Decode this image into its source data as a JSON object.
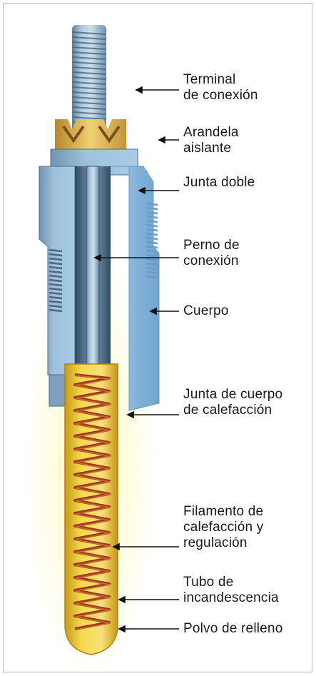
{
  "labels": {
    "terminal": [
      "Terminal",
      "de conexión"
    ],
    "arandela": [
      "Arandela",
      "aislante"
    ],
    "junta_doble": [
      "Junta doble"
    ],
    "perno": [
      "Perno de",
      "conexión"
    ],
    "cuerpo": [
      "Cuerpo"
    ],
    "junta_cuerpo": [
      "Junta de cuerpo",
      "de calefacción"
    ],
    "filamento": [
      "Filamento de",
      "calefacción y",
      "regulación"
    ],
    "tubo": [
      "Tubo de",
      "incandescencia"
    ],
    "polvo": [
      "Polvo de relleno"
    ]
  },
  "colors": {
    "metal_blue": "#8fb3cf",
    "metal_dark": "#4f6f8c",
    "glow_yellow": "#f3cf33",
    "coil": "#9a3a1c",
    "washer": "#d9b25a"
  }
}
